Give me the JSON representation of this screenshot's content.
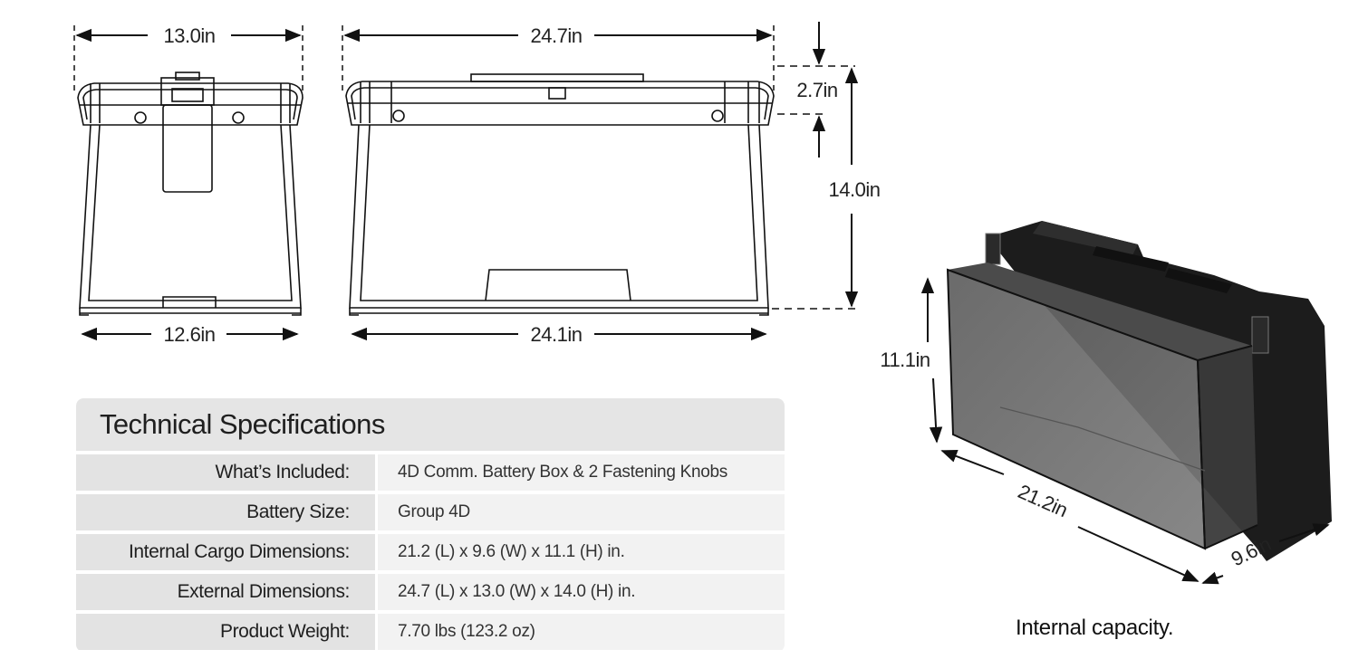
{
  "dimensions": {
    "front_top_width": "13.0in",
    "front_bottom_width": "12.6in",
    "side_top_length": "24.7in",
    "side_bottom_length": "24.1in",
    "lid_height": "2.7in",
    "total_height": "14.0in",
    "internal_height": "11.1in",
    "internal_length": "21.2in",
    "internal_width": "9.6in"
  },
  "specs": {
    "title": "Technical Specifications",
    "rows": [
      {
        "label": "What’s Included:",
        "value": "4D Comm. Battery Box & 2 Fastening Knobs"
      },
      {
        "label": "Battery Size:",
        "value": "Group 4D"
      },
      {
        "label": "Internal Cargo Dimensions:",
        "value": "21.2 (L) x 9.6 (W) x 11.1 (H) in."
      },
      {
        "label": "External Dimensions:",
        "value": "24.7 (L) x 13.0 (W) x 14.0 (H) in."
      },
      {
        "label": "Product Weight:",
        "value": "7.70 lbs (123.2 oz)"
      }
    ]
  },
  "caption": "Internal capacity.",
  "colors": {
    "line": "#111111",
    "box_dark": "#1c1c1c",
    "glass": "#6f6f6f",
    "table_header": "#e5e5e5"
  }
}
